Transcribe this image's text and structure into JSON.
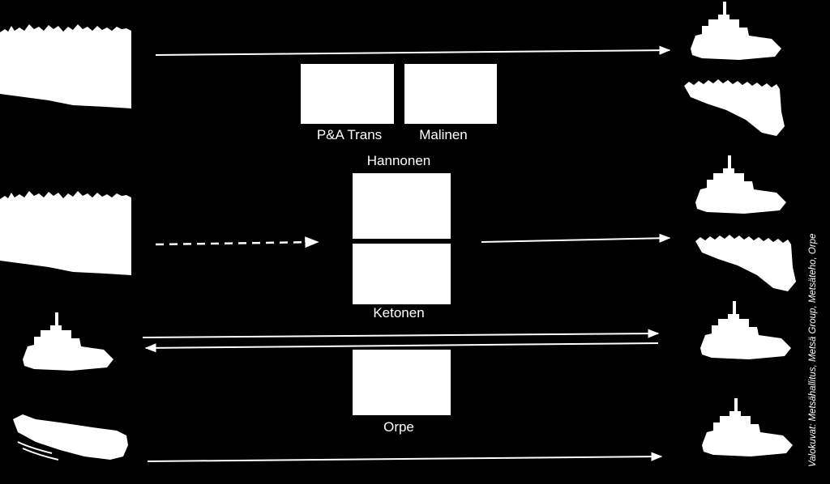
{
  "labels": {
    "pa_trans": "P&A Trans",
    "malinen": "Malinen",
    "hannonen": "Hannonen",
    "ketonen": "Ketonen",
    "orpe": "Orpe"
  },
  "credit": "Valokuvat: Metsähallitus, Metsä Group, Metsäteho, Orpe",
  "colors": {
    "background": "#000000",
    "foreground": "#ffffff"
  },
  "icons": {
    "left": [
      "forest-log-pile-icon",
      "forest-log-pile-icon",
      "boat-icon",
      "log-bundle-icon"
    ],
    "right": [
      "boat-icon",
      "log-bundle-icon",
      "boat-icon",
      "log-bundle-icon",
      "boat-icon",
      "boat-icon"
    ]
  }
}
